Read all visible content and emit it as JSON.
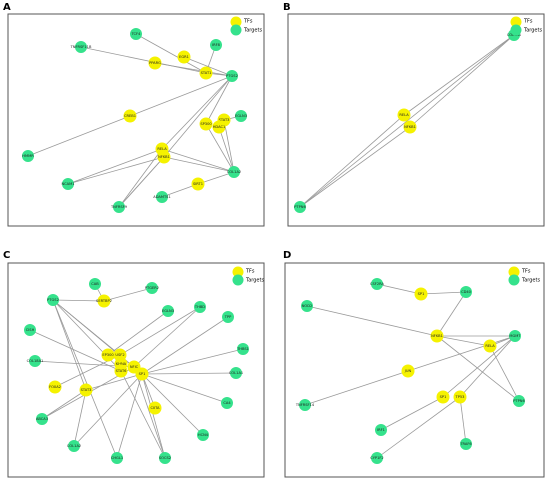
{
  "colors": {
    "tf": "#f5f200",
    "target": "#35e28c",
    "edge": "#9a9a9a",
    "frame": "#555555"
  },
  "legend": {
    "tf_label": "TFs",
    "target_label": "Targets"
  },
  "panels": [
    {
      "label": "A",
      "nodes": [
        {
          "id": "TNFRSF11B",
          "type": "target"
        },
        {
          "id": "TCF4",
          "type": "target"
        },
        {
          "id": "IRF8",
          "type": "target"
        },
        {
          "id": "PPARG",
          "type": "tf"
        },
        {
          "id": "EGR1",
          "type": "tf"
        },
        {
          "id": "STAT1",
          "type": "tf"
        },
        {
          "id": "PTGS2",
          "type": "target"
        },
        {
          "id": "CREB1",
          "type": "tf"
        },
        {
          "id": "SP300",
          "type": "tf"
        },
        {
          "id": "STAT3",
          "type": "tf"
        },
        {
          "id": "HDAC1",
          "type": "tf"
        },
        {
          "id": "EGLN3",
          "type": "target"
        },
        {
          "id": "RELA",
          "type": "tf"
        },
        {
          "id": "NFKB1",
          "type": "tf"
        },
        {
          "id": "HMMR",
          "type": "target"
        },
        {
          "id": "NCAM1",
          "type": "target"
        },
        {
          "id": "COL1A2",
          "type": "target"
        },
        {
          "id": "SIRT1",
          "type": "tf"
        },
        {
          "id": "ADAMTS1",
          "type": "target"
        },
        {
          "id": "TNFRSF9",
          "type": "target"
        }
      ],
      "edges": [
        [
          "TNFRSF11B",
          "STAT1"
        ],
        [
          "PPARG",
          "PTGS2"
        ],
        [
          "EGR1",
          "PTGS2"
        ],
        [
          "STAT1",
          "PTGS2"
        ],
        [
          "TCF4",
          "STAT1"
        ],
        [
          "IRF8",
          "STAT1"
        ],
        [
          "CREB1",
          "PTGS2"
        ],
        [
          "CREB1",
          "HMMR"
        ],
        [
          "RELA",
          "PTGS2"
        ],
        [
          "NFKB1",
          "PTGS2"
        ],
        [
          "RELA",
          "NCAM1"
        ],
        [
          "NFKB1",
          "NCAM1"
        ],
        [
          "RELA",
          "TNFRSF9"
        ],
        [
          "NFKB1",
          "TNFRSF9"
        ],
        [
          "NFKB1",
          "COL1A2"
        ],
        [
          "RELA",
          "COL1A2"
        ],
        [
          "SIRT1",
          "COL1A2"
        ],
        [
          "ADAMTS1",
          "SIRT1"
        ],
        [
          "STAT3",
          "COL1A2"
        ],
        [
          "HDAC1",
          "COL1A2"
        ],
        [
          "SP300",
          "PTGS2"
        ],
        [
          "STAT3",
          "EGLN3"
        ],
        [
          "SP300",
          "COL1A2"
        ],
        [
          "NFKB1",
          "TNFRSF9"
        ]
      ]
    },
    {
      "label": "B",
      "nodes": [
        {
          "id": "COL7A1",
          "type": "target"
        },
        {
          "id": "RELA",
          "type": "tf"
        },
        {
          "id": "NFKB1",
          "type": "tf"
        },
        {
          "id": "PTPN6",
          "type": "target"
        }
      ],
      "edges": [
        [
          "RELA",
          "COL7A1"
        ],
        [
          "NFKB1",
          "COL7A1"
        ],
        [
          "RELA",
          "PTPN6"
        ],
        [
          "NFKB1",
          "PTPN6"
        ],
        [
          "PTPN6",
          "COL7A1"
        ]
      ]
    },
    {
      "label": "C",
      "nodes": [
        {
          "id": "CAB",
          "type": "target"
        },
        {
          "id": "PTGER2",
          "type": "target"
        },
        {
          "id": "PTGS2",
          "type": "target"
        },
        {
          "id": "SERTBP2",
          "type": "tf"
        },
        {
          "id": "EGLN3",
          "type": "target"
        },
        {
          "id": "THBD",
          "type": "target"
        },
        {
          "id": "CISH",
          "type": "target"
        },
        {
          "id": "TPP",
          "type": "target"
        },
        {
          "id": "EP300",
          "type": "tf"
        },
        {
          "id": "USF2",
          "type": "tf"
        },
        {
          "id": "KHNA",
          "type": "tf"
        },
        {
          "id": "NFIC",
          "type": "tf"
        },
        {
          "id": "STAT6",
          "type": "tf"
        },
        {
          "id": "SP1",
          "type": "tf"
        },
        {
          "id": "THBS1",
          "type": "target"
        },
        {
          "id": "COL18A1",
          "type": "target"
        },
        {
          "id": "FOXA2",
          "type": "tf"
        },
        {
          "id": "STAT3",
          "type": "tf"
        },
        {
          "id": "COL1A1",
          "type": "target"
        },
        {
          "id": "CIITA",
          "type": "tf"
        },
        {
          "id": "CA4",
          "type": "target"
        },
        {
          "id": "ABCA3",
          "type": "target"
        },
        {
          "id": "HCN4",
          "type": "target"
        },
        {
          "id": "COL1A2",
          "type": "target"
        },
        {
          "id": "CHGL1",
          "type": "target"
        },
        {
          "id": "SOCS2",
          "type": "target"
        }
      ],
      "edges": [
        [
          "SERTBP2",
          "CAB"
        ],
        [
          "SERTBP2",
          "PTGER2"
        ],
        [
          "PTGS2",
          "SERTBP2"
        ],
        [
          "PTGS2",
          "USF2"
        ],
        [
          "PTGS2",
          "NFIC"
        ],
        [
          "PTGS2",
          "SP1"
        ],
        [
          "PTGS2",
          "STAT6"
        ],
        [
          "PTGS2",
          "STAT3"
        ],
        [
          "PTGS2",
          "CHGL1"
        ],
        [
          "CISH",
          "STAT6"
        ],
        [
          "COL18A1",
          "NFIC"
        ],
        [
          "FOXA2",
          "USF2"
        ],
        [
          "STAT3",
          "SP1"
        ],
        [
          "STAT3",
          "ABCA3"
        ],
        [
          "STAT3",
          "COL1A2"
        ],
        [
          "ABCA3",
          "NFIC"
        ],
        [
          "COL1A2",
          "SP1"
        ],
        [
          "CHGL1",
          "SP1"
        ],
        [
          "SOCS2",
          "NFIC"
        ],
        [
          "SOCS2",
          "STAT6"
        ],
        [
          "SP1",
          "COL1A1"
        ],
        [
          "SP1",
          "THBS1"
        ],
        [
          "NFIC",
          "THBD"
        ],
        [
          "SP1",
          "CA4"
        ],
        [
          "SP1",
          "HCN4"
        ],
        [
          "CIITA",
          "SP1"
        ],
        [
          "EGLN3",
          "EP300"
        ],
        [
          "TPP",
          "SP1"
        ],
        [
          "THBD",
          "USF2"
        ],
        [
          "SP1",
          "SOCS2"
        ]
      ]
    },
    {
      "label": "D",
      "nodes": [
        {
          "id": "CSF2RA",
          "type": "target"
        },
        {
          "id": "SP1",
          "type": "tf"
        },
        {
          "id": "CD40",
          "type": "target"
        },
        {
          "id": "NOD2",
          "type": "target"
        },
        {
          "id": "NFKB1",
          "type": "tf"
        },
        {
          "id": "MGMT",
          "type": "target"
        },
        {
          "id": "RELA",
          "type": "tf"
        },
        {
          "id": "JUN",
          "type": "tf"
        },
        {
          "id": "TNFRSF14",
          "type": "target"
        },
        {
          "id": "SP1b",
          "label": "SP1",
          "type": "tf"
        },
        {
          "id": "TP53",
          "type": "tf"
        },
        {
          "id": "PTPN6",
          "type": "target"
        },
        {
          "id": "IRF1",
          "type": "target"
        },
        {
          "id": "TRAF6",
          "type": "target"
        },
        {
          "id": "CYP1F2",
          "type": "target"
        }
      ],
      "edges": [
        [
          "CSF2RA",
          "SP1"
        ],
        [
          "SP1",
          "CD40"
        ],
        [
          "CD40",
          "NFKB1"
        ],
        [
          "NOD2",
          "NFKB1"
        ],
        [
          "NFKB1",
          "MGMT"
        ],
        [
          "RELA",
          "MGMT"
        ],
        [
          "NFKB1",
          "PTPN6"
        ],
        [
          "RELA",
          "PTPN6"
        ],
        [
          "JUN",
          "MGMT"
        ],
        [
          "JUN",
          "TNFRSF14"
        ],
        [
          "TP53",
          "MGMT"
        ],
        [
          "SP1b",
          "MGMT"
        ],
        [
          "SP1b",
          "IRF1"
        ],
        [
          "TP53",
          "TRAF6"
        ],
        [
          "TP53",
          "CYP1F2"
        ],
        [
          "NFKB1",
          "RELA"
        ]
      ]
    }
  ]
}
